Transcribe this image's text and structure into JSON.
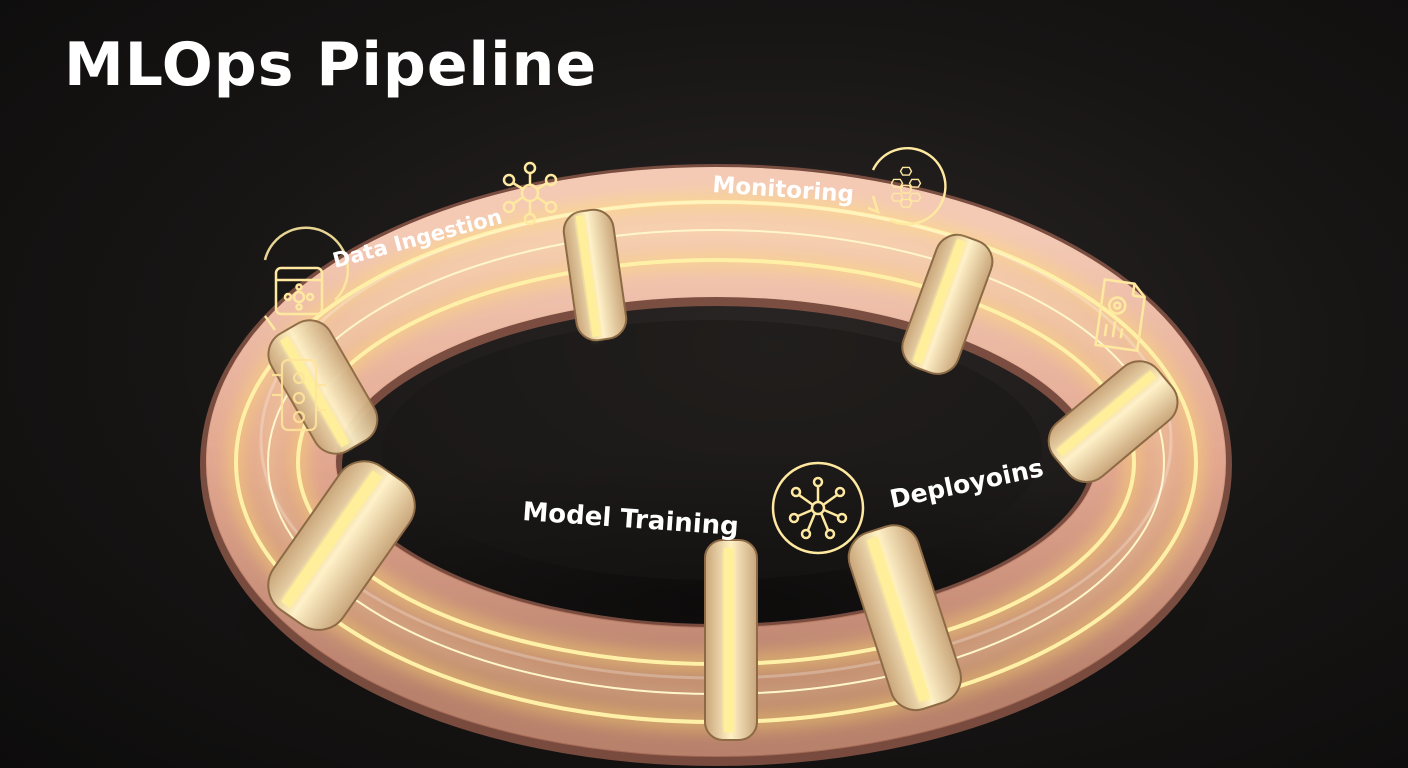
{
  "title": "MLOps Pipeline",
  "stages": [
    {
      "id": "data-ingestion",
      "label": "Data Ingestion",
      "icon": "database-screen-icon"
    },
    {
      "id": "monitoring",
      "label": "Monitoring",
      "icon": "hexagon-cluster-refresh-icon"
    },
    {
      "id": "deployment",
      "label": "Deployoins",
      "icon": "network-node-icon"
    },
    {
      "id": "model-training",
      "label": "Model Training",
      "icon": "circuit-chip-icon"
    }
  ],
  "extra_icons": [
    "molecule-network-icon",
    "document-gear-icon"
  ],
  "colors": {
    "background": "#141211",
    "ring": "#e8a890",
    "glow": "#ffe27a",
    "band": "#f7e2b5",
    "text": "#ffffff"
  }
}
